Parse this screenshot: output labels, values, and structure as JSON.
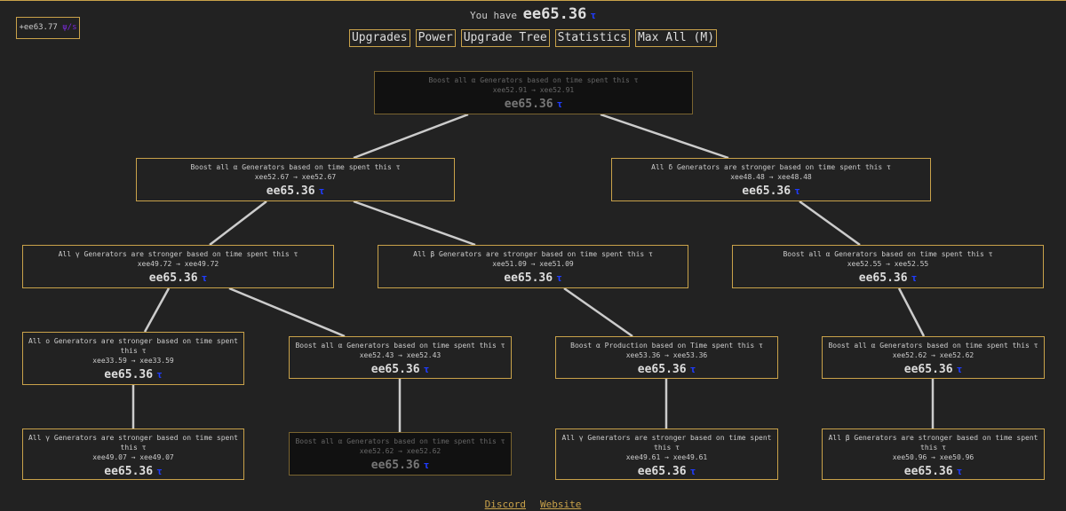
{
  "rate": {
    "value": "+ee63.77",
    "unit": "ψ/s"
  },
  "header": {
    "prefix": "You have",
    "amount": "ee65.36",
    "currency": "τ"
  },
  "nav": [
    "Upgrades",
    "Power",
    "Upgrade Tree",
    "Statistics",
    "Max All (M)"
  ],
  "nodes": [
    {
      "desc": "Boost all α Generators based on time spent this τ",
      "effect": "xee52.91 → xee52.91",
      "cost": "ee65.36",
      "state": "dim"
    },
    {
      "desc": "Boost all α Generators based on time spent this τ",
      "effect": "xee52.67 → xee52.67",
      "cost": "ee65.36"
    },
    {
      "desc": "All δ Generators are stronger based on time spent this τ",
      "effect": "xee48.48 → xee48.48",
      "cost": "ee65.36"
    },
    {
      "desc": "All γ Generators are stronger based on time spent this τ",
      "effect": "xee49.72 → xee49.72",
      "cost": "ee65.36"
    },
    {
      "desc": "All β Generators are stronger based on time spent this τ",
      "effect": "xee51.09 → xee51.09",
      "cost": "ee65.36"
    },
    {
      "desc": "Boost all α Generators based on time spent this τ",
      "effect": "xee52.55 → xee52.55",
      "cost": "ee65.36"
    },
    {
      "desc": "All ο Generators are stronger based on time spent this τ",
      "effect": "xee33.59 → xee33.59",
      "cost": "ee65.36"
    },
    {
      "desc": "Boost all α Generators based on time spent this τ",
      "effect": "xee52.43 → xee52.43",
      "cost": "ee65.36"
    },
    {
      "desc": "Boost α Production based on Time spent this τ",
      "effect": "xee53.36 → xee53.36",
      "cost": "ee65.36"
    },
    {
      "desc": "Boost all α Generators based on time spent this τ",
      "effect": "xee52.62 → xee52.62",
      "cost": "ee65.36"
    },
    {
      "desc": "All γ Generators are stronger based on time spent this τ",
      "effect": "xee49.07 → xee49.07",
      "cost": "ee65.36"
    },
    {
      "desc": "Boost all α Generators based on time spent this τ",
      "effect": "xee52.62 → xee52.62",
      "cost": "ee65.36",
      "state": "dim"
    },
    {
      "desc": "All γ Generators are stronger based on time spent this τ",
      "effect": "xee49.61 → xee49.61",
      "cost": "ee65.36"
    },
    {
      "desc": "All β Generators are stronger based on time spent this τ",
      "effect": "xee50.96 → xee50.96",
      "cost": "ee65.36"
    }
  ],
  "colors": {
    "accent": "#c9a24a",
    "currency": "#1f3cff",
    "rate_unit": "#7a2ad8"
  },
  "footer": {
    "discord": "Discord",
    "website": "Website"
  }
}
